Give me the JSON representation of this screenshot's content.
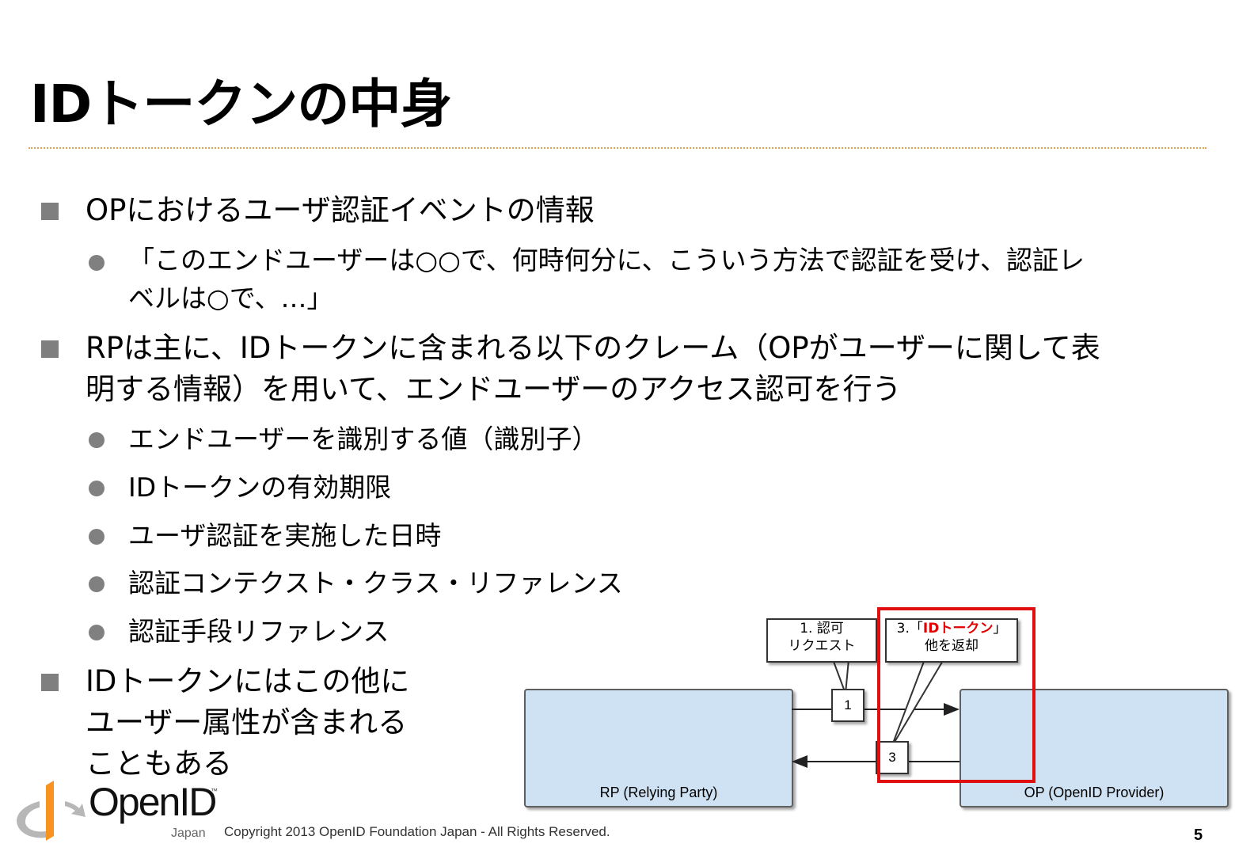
{
  "slide": {
    "title": "IDトークンの中身",
    "page_number": "5",
    "copyright": "Copyright 2013 OpenID Foundation Japan - All Rights Reserved."
  },
  "bullets": {
    "b1": "OPにおけるユーザ認証イベントの情報",
    "b1_sub1_line1": "「このエンドユーザーは○○で、何時何分に、こういう方法で認証を受け、認証レ",
    "b1_sub1_line2": "ベルは○で、…」",
    "b2_line1": "RPは主に、IDトークンに含まれる以下のクレーム（OPがユーザーに関して表",
    "b2_line2": "明する情報）を用いて、エンドユーザーのアクセス認可を行う",
    "b2_sub1": "エンドユーザーを識別する値（識別子）",
    "b2_sub2": "IDトークンの有効期限",
    "b2_sub3": "ユーザ認証を実施した日時",
    "b2_sub4": "認証コンテクスト・クラス・リファレンス",
    "b2_sub5": "認証手段リファレンス",
    "b3_line1": "IDトークンにはこの他に",
    "b3_line2": "ユーザー属性が含まれる",
    "b3_line3": "こともある"
  },
  "diagram": {
    "rp_label": "RP (Relying Party)",
    "op_label": "OP (OpenID Provider)",
    "callout1_line1": "1. 認可",
    "callout1_line2": "リクエスト",
    "callout3_prefix": "3.「",
    "callout3_highlight": "IDトークン",
    "callout3_suffix": "」",
    "callout3_line2": "他を返却",
    "step1": "1",
    "step3": "3"
  },
  "logo": {
    "word": "OpenID",
    "tm": "™",
    "sub": "Japan"
  }
}
